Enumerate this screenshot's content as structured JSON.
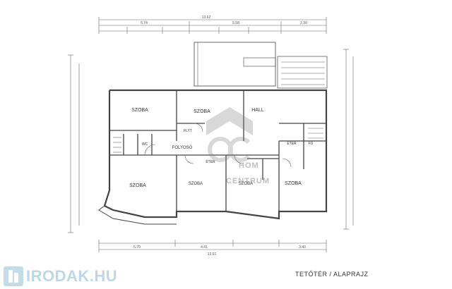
{
  "plan": {
    "caption": "TETŐTÉR / ALAPRAJZ",
    "rooms": [
      {
        "key": "szoba_top_left",
        "name": "SZOBA"
      },
      {
        "key": "szoba_top_mid",
        "name": "SZOBA"
      },
      {
        "key": "hall",
        "name": "HALL"
      },
      {
        "key": "folyoso",
        "name": "FOLYOSÓ"
      },
      {
        "key": "szoba_bottom_left",
        "name": "SZOBA"
      },
      {
        "key": "szoba_bottom_2",
        "name": "SZOBA"
      },
      {
        "key": "szoba_bottom_3",
        "name": "SZOBA"
      },
      {
        "key": "szoba_bottom_right",
        "name": "SZOBA"
      },
      {
        "key": "eter_mid",
        "name": "ÉTER"
      },
      {
        "key": "eter_right",
        "name": "ÉTER"
      },
      {
        "key": "fu",
        "name": "FÜ"
      },
      {
        "key": "wc",
        "name": "WC"
      },
      {
        "key": "flyt",
        "name": "FLYT"
      }
    ],
    "dimensions": {
      "top_total": "13.62",
      "top_row1": [
        "5.74",
        "5.58",
        "2.30"
      ],
      "bottom_row1": [
        "5.70",
        "4.41",
        "3.40"
      ],
      "bottom_total": "13.61"
    }
  },
  "watermark": {
    "logo_letters": "OC",
    "line1": "HOM",
    "line2": "CENTRUM"
  },
  "branding": {
    "site_name": "IRODAK.HU"
  }
}
